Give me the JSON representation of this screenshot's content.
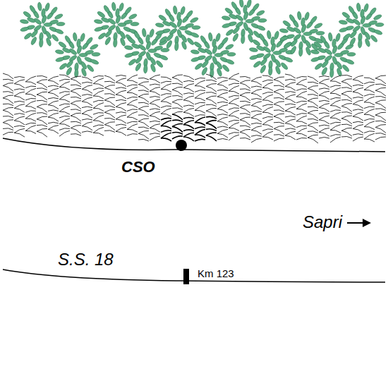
{
  "diagram": {
    "labels": [
      "CSO",
      "Sapri",
      "S.S. 18",
      "Km 123"
    ]
  }
}
